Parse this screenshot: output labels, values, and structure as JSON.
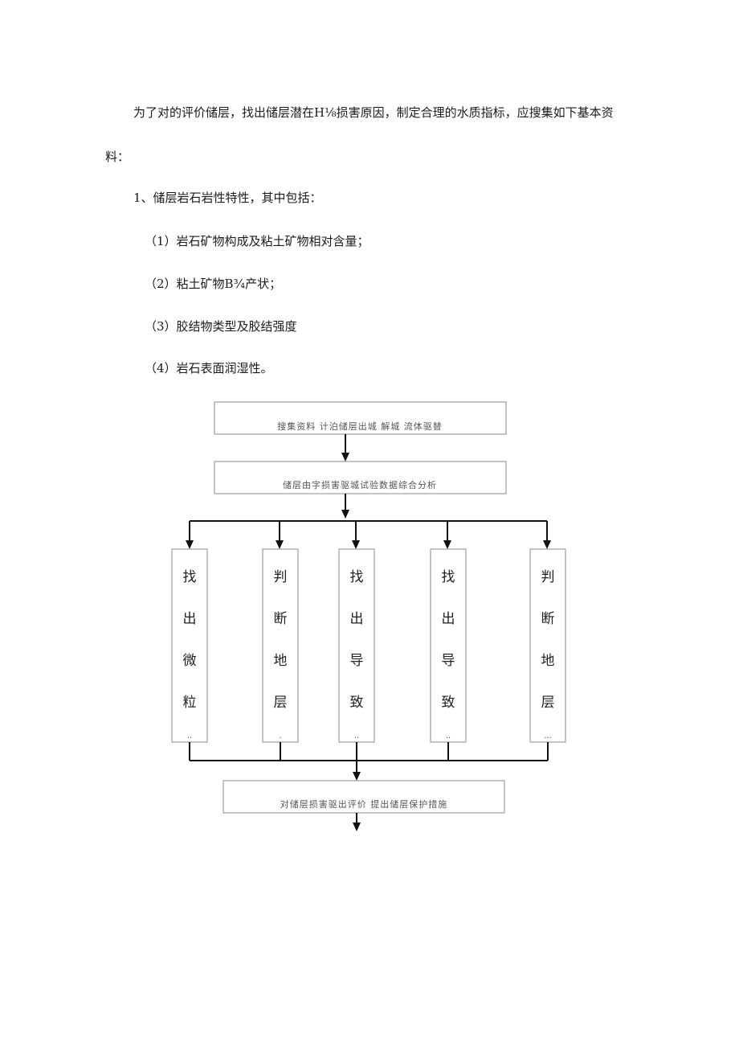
{
  "paragraphs": {
    "intro_line1": "为了对的评价储层，找出储层潜在H⅛损害原因，制定合理的水质指标，应搜集如下基本资",
    "intro_line2": "料：",
    "heading": "1、储层岩石岩性特性，其中包括：",
    "items": [
      "（1）岩石矿物构成及粘土矿物相对含量；",
      "（2）粘土矿物B¾产状；",
      "（3）胶结物类型及胶结强度",
      "（4）岩石表面润湿性。"
    ]
  },
  "flowchart": {
    "top_box": "搜集资料  计泊储层出城  解城  流体驱替",
    "second_box": "储层由字损害驱城试验数据综合分析",
    "columns": [
      {
        "chars": [
          "找",
          "出",
          "微",
          "粒"
        ],
        "trail": ".."
      },
      {
        "chars": [
          "判",
          "断",
          "地",
          "层"
        ],
        "trail": "."
      },
      {
        "chars": [
          "找",
          "出",
          "导",
          "致"
        ],
        "trail": ".."
      },
      {
        "chars": [
          "找",
          "出",
          "导",
          "致"
        ],
        "trail": ".."
      },
      {
        "chars": [
          "判",
          "断",
          "地",
          "层"
        ],
        "trail": "..."
      }
    ],
    "bottom_box": "对储层损害驱出评价  提出储层保护措施"
  }
}
